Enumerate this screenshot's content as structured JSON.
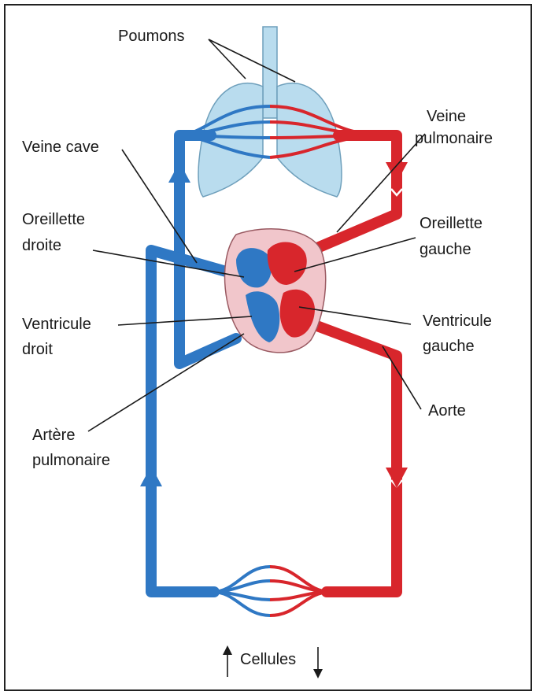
{
  "colors": {
    "deoxygenated": "#2f78c4",
    "oxygenated": "#d8262c",
    "lungs": "#b9dcee",
    "pericardium": "#f1c6cb",
    "background": "#ffffff"
  },
  "labels": {
    "poumons": "Poumons",
    "veine_cave": "Veine cave",
    "veine_pulmonaire_1": "Veine",
    "veine_pulmonaire_2": "pulmonaire",
    "oreillette_droite_1": "Oreillette",
    "oreillette_droite_2": "droite",
    "oreillette_gauche_1": "Oreillette",
    "oreillette_gauche_2": "gauche",
    "ventricule_droit_1": "Ventricule",
    "ventricule_droit_2": "droit",
    "ventricule_gauche_1": "Ventricule",
    "ventricule_gauche_2": "gauche",
    "aorte": "Aorte",
    "artere_pulmonaire_1": "Artère",
    "artere_pulmonaire_2": "pulmonaire",
    "cellules": "Cellules"
  }
}
